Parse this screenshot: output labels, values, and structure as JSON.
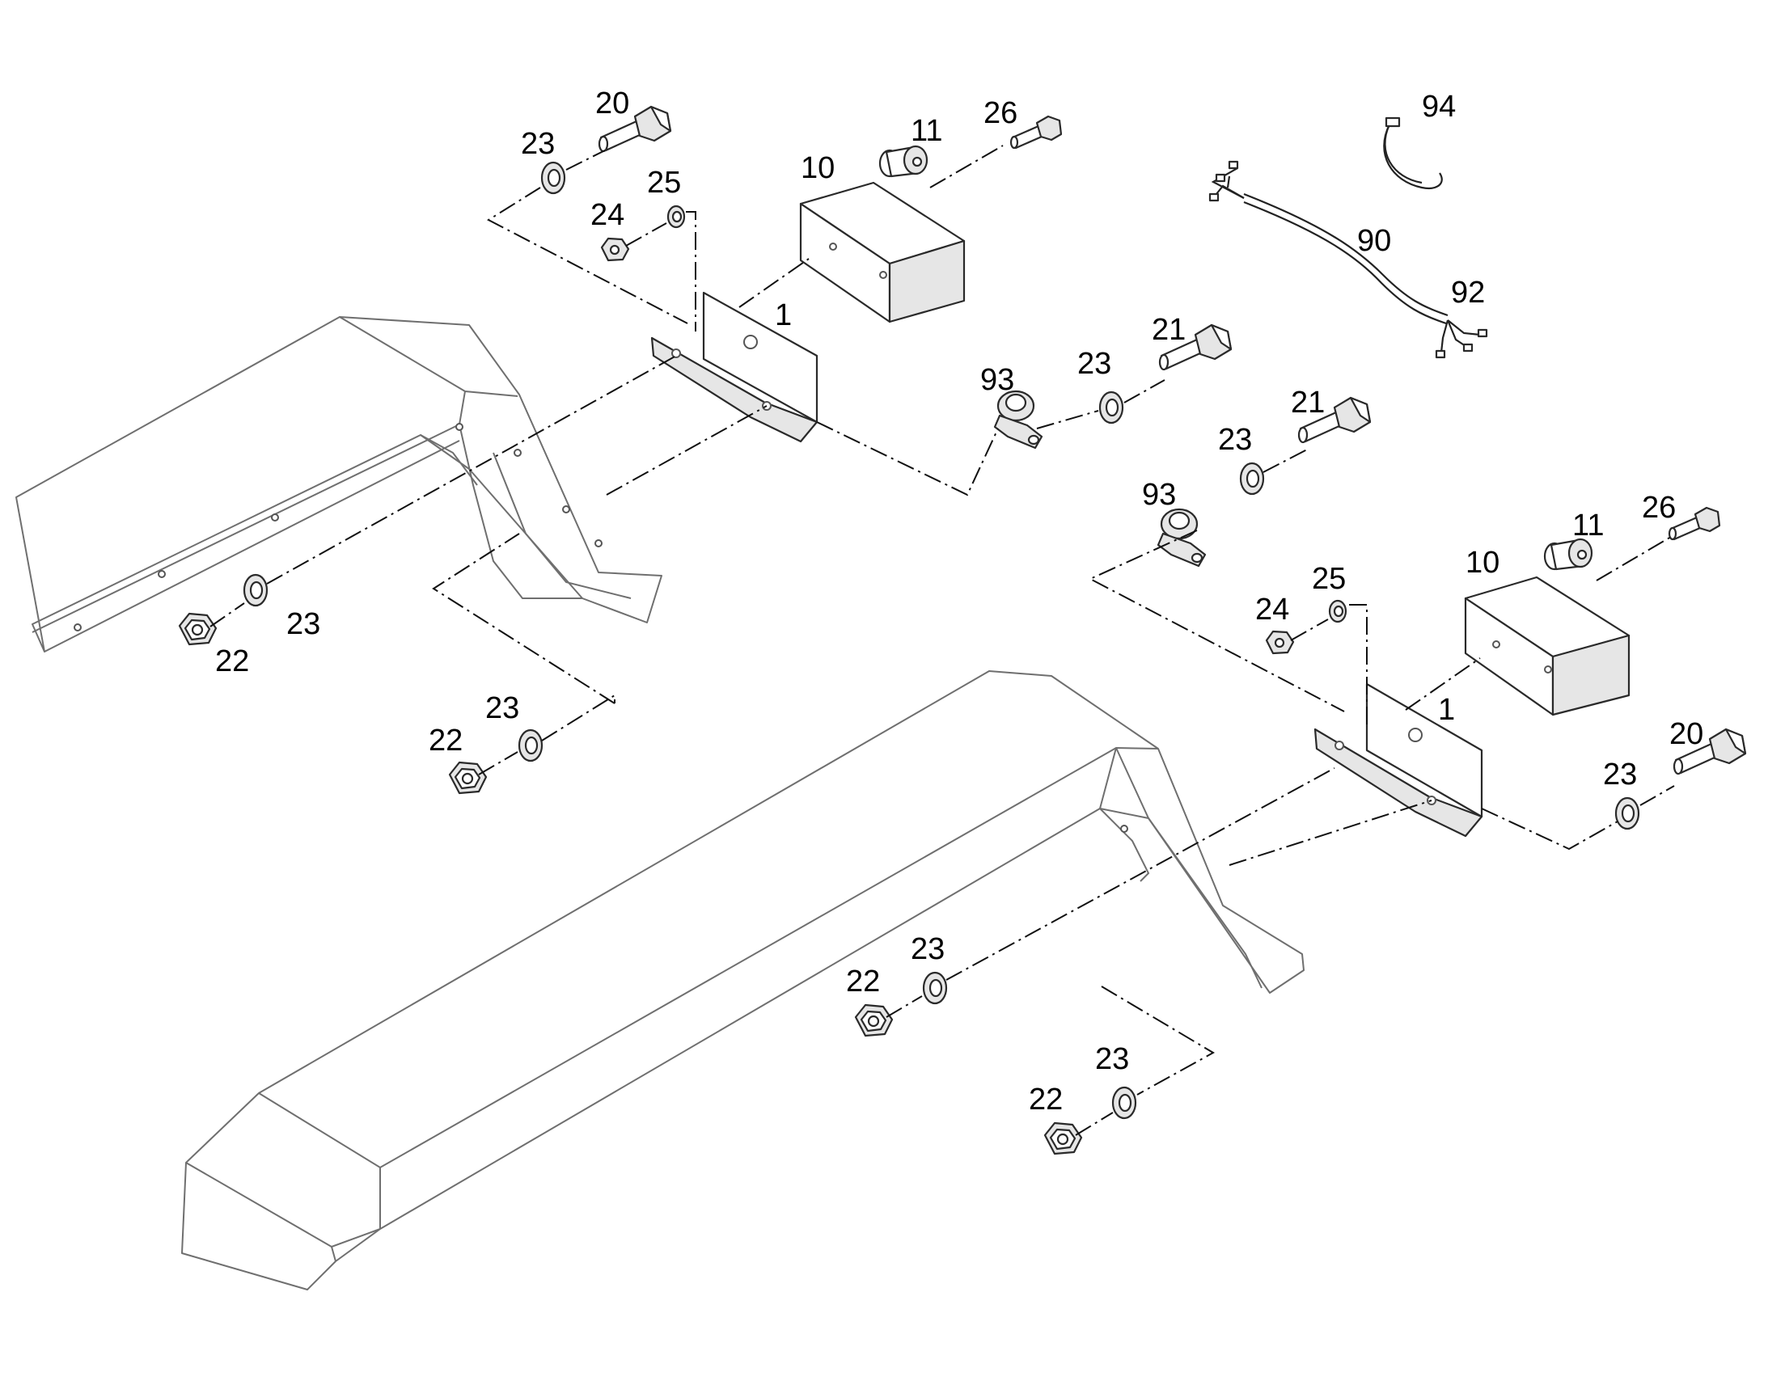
{
  "callouts": {
    "c1a": "1",
    "c1b": "1",
    "c10a": "10",
    "c10b": "10",
    "c11a": "11",
    "c11b": "11",
    "c20a": "20",
    "c20b": "20",
    "c21a": "21",
    "c21b": "21",
    "c22a": "22",
    "c22b": "22",
    "c22c": "22",
    "c22d": "22",
    "c23a": "23",
    "c23b": "23",
    "c23c": "23",
    "c23d": "23",
    "c23e": "23",
    "c23f": "23",
    "c23g": "23",
    "c23h": "23",
    "c24a": "24",
    "c24b": "24",
    "c25a": "25",
    "c25b": "25",
    "c26a": "26",
    "c26b": "26",
    "c90": "90",
    "c92": "92",
    "c93a": "93",
    "c93b": "93",
    "c94": "94"
  },
  "colors": {
    "line": "#2a2a2a",
    "fender_line": "#6f6f6f",
    "text": "#000000"
  }
}
